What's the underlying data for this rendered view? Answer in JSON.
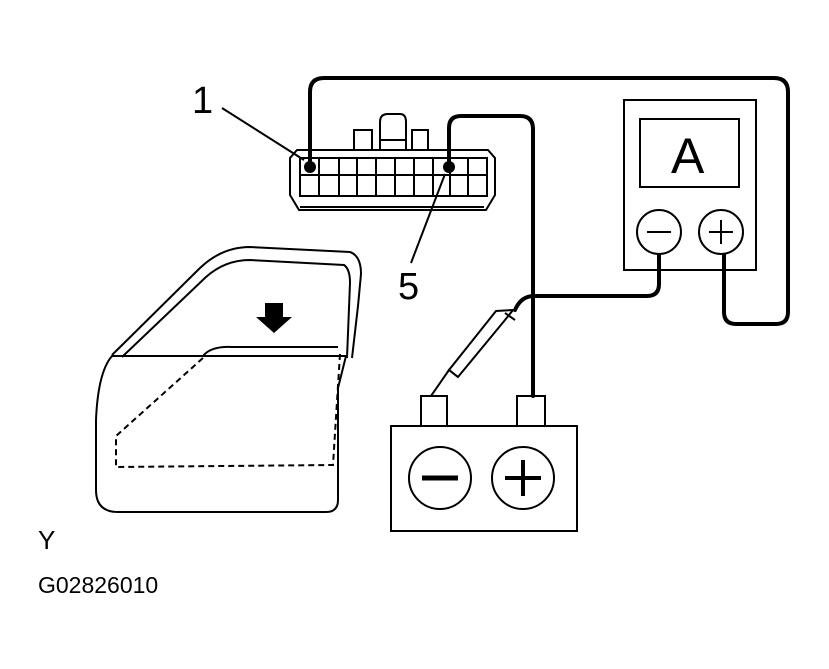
{
  "labels": {
    "callout_1": "1",
    "callout_5": "5",
    "meter_unit": "A",
    "view_label": "Y",
    "figure_code": "G02826010"
  },
  "icons": {
    "ammeter": "ammeter-icon",
    "battery": "battery-icon",
    "connector": "connector-icon",
    "door": "door-icon",
    "down_arrow": "arrow-down-icon",
    "minus": "minus-icon",
    "plus": "plus-icon"
  },
  "colors": {
    "line": "#000000",
    "background": "#ffffff"
  }
}
